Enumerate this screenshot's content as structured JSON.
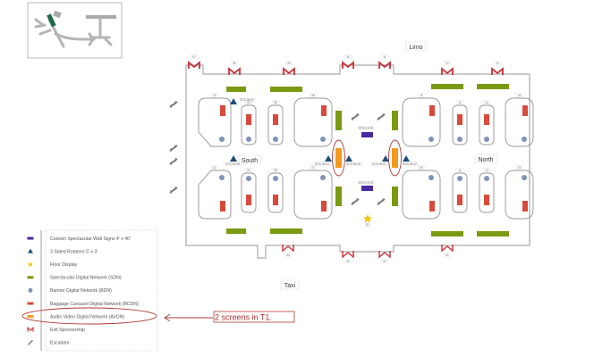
{
  "title": "Terminal 1 Advertising Locations Map",
  "colors": {
    "wall_sign": "#4a2aa0",
    "rotator": "#1f4e79",
    "floor_display": "#f2c40f",
    "sdn": "#7a9a12",
    "bdn": "#7f93b8",
    "bcdn": "#d84a3c",
    "avdn": "#f39a1f",
    "exit": "#c8323a",
    "escalator": "#777777",
    "highlight": "#b03a3a",
    "outline": "#999999"
  },
  "area_labels": {
    "limo": "Limo",
    "taxi": "Taxi",
    "south": "South",
    "north": "North"
  },
  "legend": {
    "items": [
      {
        "icon": "wall-sign-icon",
        "label": "Custom Spectacular Wall Signs 4' x 40'"
      },
      {
        "icon": "rotator-icon",
        "label": "3 Sided Rotators 5' x 3'"
      },
      {
        "icon": "floor-display-icon",
        "label": "Floor Display"
      },
      {
        "icon": "sdn-icon",
        "label": "Spectacular Digital Network (SDN)"
      },
      {
        "icon": "bdn-icon",
        "label": "Banner Digital Network (BDN)"
      },
      {
        "icon": "bcdn-icon",
        "label": "Baggage Carousel Digital Network (BCDN)"
      },
      {
        "icon": "avdn-icon",
        "label": "Audio Video Digital Network (AVDN)"
      },
      {
        "icon": "exit-sponsorship-icon",
        "label": "Exit Sponsorship"
      },
      {
        "icon": "escalator-icon",
        "label": "Escalator"
      }
    ]
  },
  "annotation": {
    "text": "2 screens in T1."
  },
  "carousels": {
    "top": [
      "02",
      "04",
      "06",
      "08",
      "10",
      "12",
      "14",
      "16"
    ],
    "bottom": [
      "01",
      "03",
      "05",
      "07",
      "09",
      "11",
      "13",
      "15"
    ]
  },
  "exits": {
    "top": [
      "07",
      "06",
      "05",
      "10",
      "11",
      "12",
      "13"
    ],
    "bottom": [
      "04",
      "03",
      "02",
      "01"
    ]
  },
  "small_tags": {
    "rotator_top": "SCS-09-02",
    "rotator_south": "SCS-09-03",
    "rotator_mid_1": "SCS-09-04",
    "rotator_mid_2": "SCS-09-06",
    "rotator_mid_3": "SCS-09-01",
    "rotator_mid_4": "SCS-09-02",
    "wall_sign_top": "SCS-CS-02",
    "wall_sign_bottom": "SCS-CS-01",
    "floor_display": "01"
  }
}
